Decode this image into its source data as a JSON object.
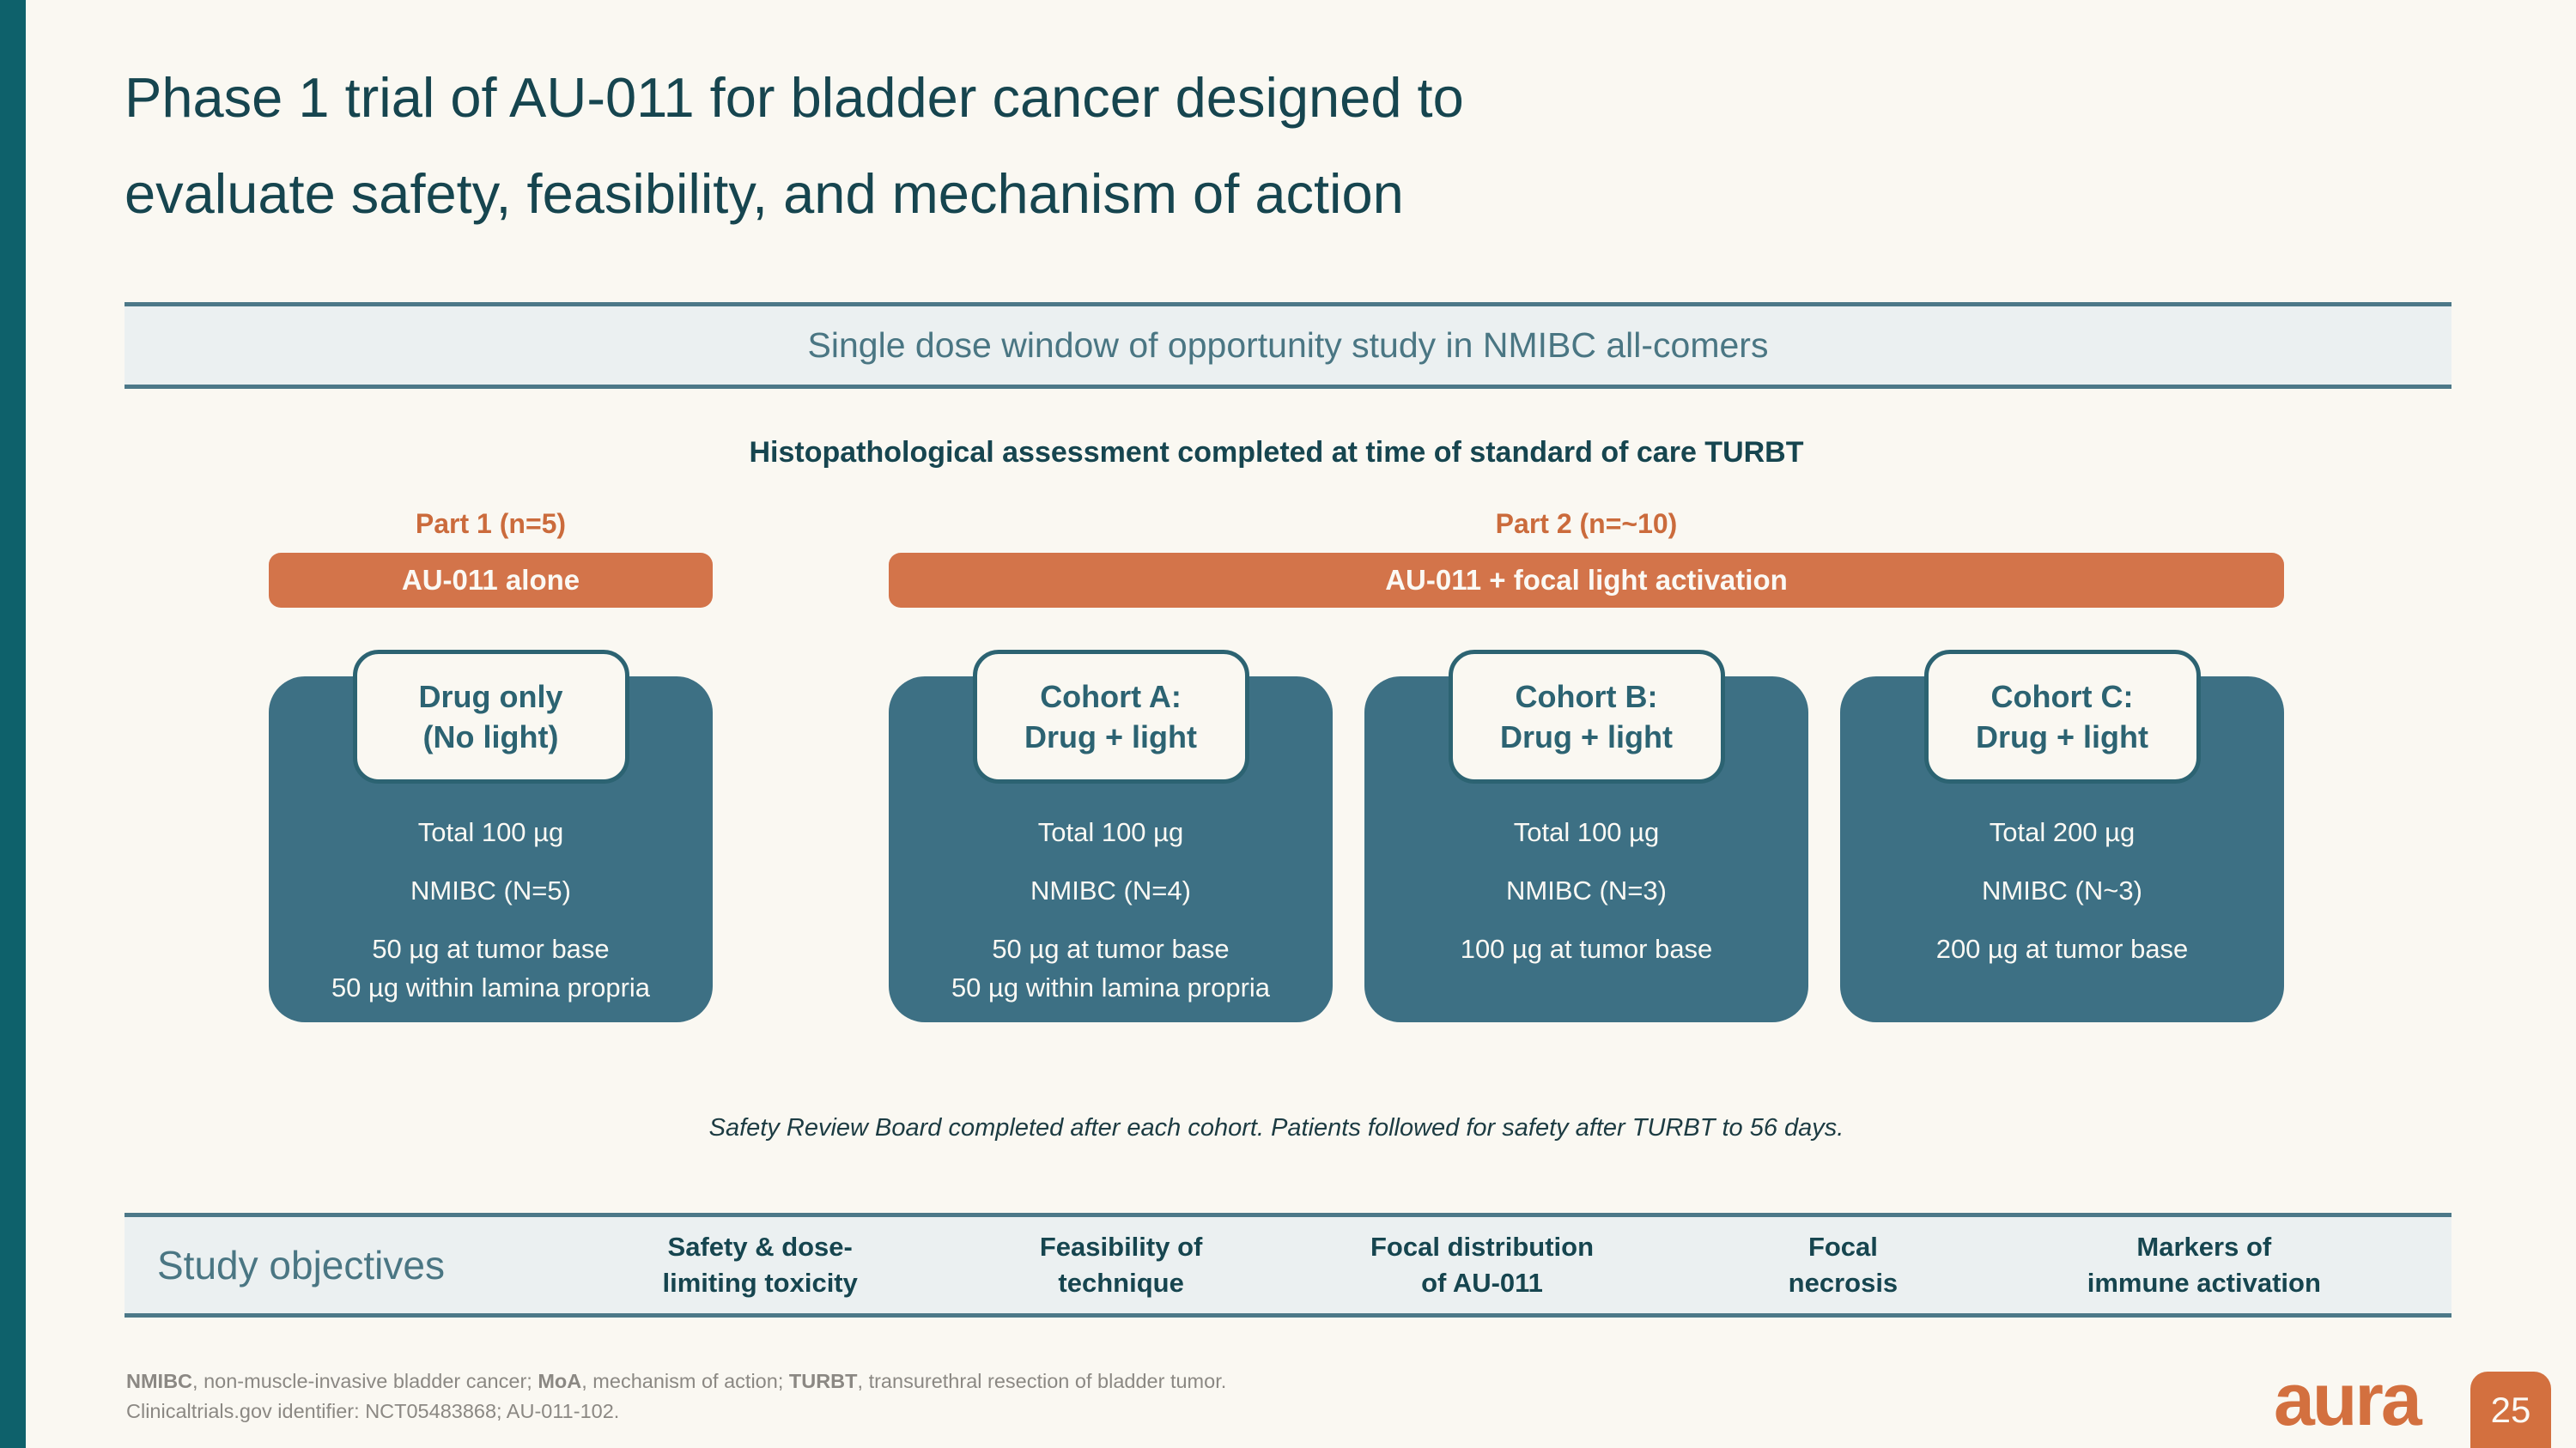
{
  "slide": {
    "title_line1": "Phase 1 trial of AU-011 for bladder cancer designed to",
    "title_line2": "evaluate safety, feasibility, and mechanism of action",
    "banner": "Single dose window of opportunity study in NMIBC all-comers",
    "diagram_heading": "Histopathological assessment completed at time of standard of care TURBT",
    "safety_note": "Safety Review Board completed after each cohort.  Patients followed for safety after TURBT to 56 days.",
    "logo_text": "aura",
    "page_number": "25"
  },
  "colors": {
    "accent_bar_teal": "#0E616B",
    "title_teal": "#16454F",
    "card_teal": "#3D7084",
    "orange": "#D3744A",
    "part_label_orange": "#CB6B3C",
    "banner_bg": "#EBF0F1",
    "banner_border": "#4C7888",
    "background_cream": "#FAF8F2"
  },
  "parts": [
    {
      "label": "Part 1 (n=5)",
      "bar_label": "AU-011 alone"
    },
    {
      "label": "Part 2 (n=~10)",
      "bar_label": "AU-011 + focal light activation"
    }
  ],
  "cohorts": [
    {
      "header_line1": "Drug only",
      "header_line2": "(No light)",
      "total": "Total 100 µg",
      "population": "NMIBC (N=5)",
      "dose_line1": "50 µg at tumor base",
      "dose_line2": "50 µg within lamina propria"
    },
    {
      "header_line1": "Cohort A:",
      "header_line2": "Drug + light",
      "total": "Total 100 µg",
      "population": "NMIBC (N=4)",
      "dose_line1": "50 µg at tumor base",
      "dose_line2": "50 µg within lamina propria"
    },
    {
      "header_line1": "Cohort B:",
      "header_line2": "Drug + light",
      "total": "Total 100 µg",
      "population": "NMIBC (N=3)",
      "dose_line1": "100 µg at tumor base"
    },
    {
      "header_line1": "Cohort C:",
      "header_line2": "Drug + light",
      "total": "Total 200 µg",
      "population": "NMIBC (N~3)",
      "dose_line1": "200 µg at tumor base"
    }
  ],
  "objectives": {
    "row_label": "Study objectives",
    "items": [
      {
        "line1": "Safety & dose-",
        "line2": "limiting toxicity"
      },
      {
        "line1": "Feasibility of",
        "line2": "technique"
      },
      {
        "line1": "Focal distribution",
        "line2": "of AU-011"
      },
      {
        "line1": "Focal",
        "line2": "necrosis"
      },
      {
        "line1": "Markers of",
        "line2": "immune activation"
      }
    ]
  },
  "footnote": {
    "abbrev": [
      {
        "bold": "NMIBC",
        "rest": ", non-muscle-invasive bladder cancer; "
      },
      {
        "bold": "MoA",
        "rest": ", mechanism of action; "
      },
      {
        "bold": "TURBT",
        "rest": ", transurethral resection of bladder tumor."
      }
    ],
    "line2": "Clinicaltrials.gov identifier: NCT05483868; AU-011-102."
  }
}
